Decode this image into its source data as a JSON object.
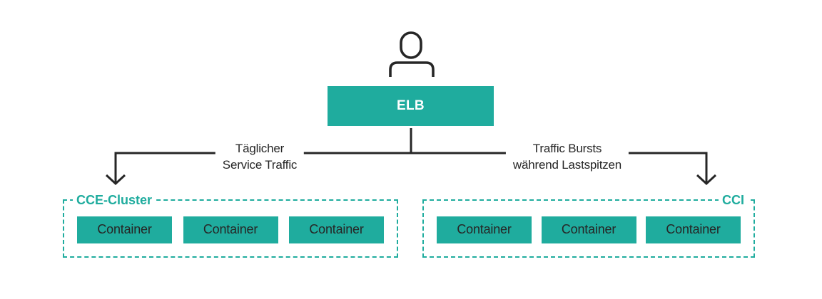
{
  "colors": {
    "teal": "#1FAC9E",
    "ink": "#262626",
    "background": "#FFFFFF"
  },
  "nodes": {
    "user": {
      "icon": "person-icon"
    },
    "elb": {
      "label": "ELB"
    }
  },
  "branches": {
    "left": {
      "lines": [
        "Täglicher",
        "Service Traffic"
      ],
      "arrow_icon": "arrow-down-icon"
    },
    "right": {
      "lines": [
        "Traffic Bursts",
        "während Lastspitzen"
      ],
      "arrow_icon": "arrow-down-icon"
    }
  },
  "clusters": {
    "left": {
      "title": "CCE-Cluster",
      "containers": [
        "Container",
        "Container",
        "Container"
      ]
    },
    "right": {
      "title": "CCI",
      "containers": [
        "Container",
        "Container",
        "Container"
      ]
    }
  }
}
